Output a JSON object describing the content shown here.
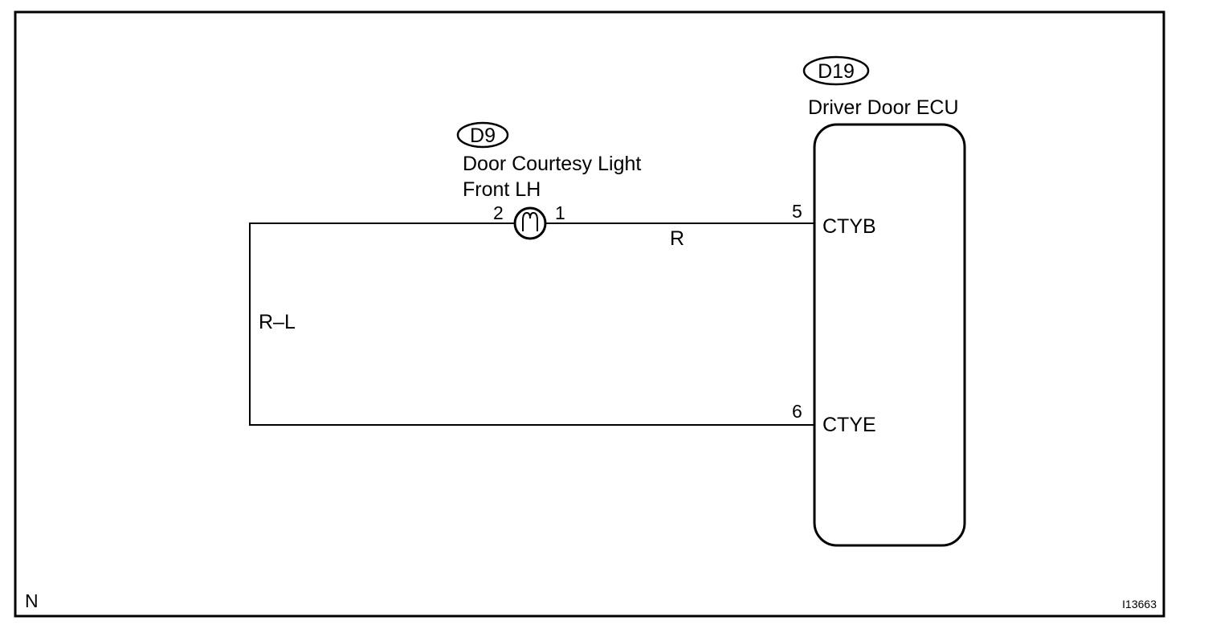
{
  "connectors": {
    "ecu": {
      "code": "D19",
      "name": "Driver Door ECU",
      "pins": [
        {
          "number": "5",
          "terminal": "CTYB"
        },
        {
          "number": "6",
          "terminal": "CTYE"
        }
      ]
    },
    "light": {
      "code": "D9",
      "name_line1": "Door Courtesy Light",
      "name_line2": "Front LH",
      "pin_left": "2",
      "pin_right": "1"
    }
  },
  "wires": {
    "top_color": "R",
    "left_color": "R–L"
  },
  "footer": {
    "corner_code": "N",
    "figure_id": "I13663"
  }
}
